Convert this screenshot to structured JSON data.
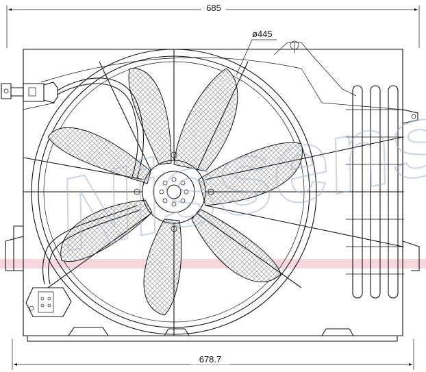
{
  "dimensions": {
    "overall_width": "685",
    "bottom_width": "678.7",
    "fan_diameter": "ø445"
  },
  "watermark": {
    "text": "Nissens",
    "color": "#9fb3c8"
  },
  "colors": {
    "line": "#111111",
    "stripe": "#f4c6cc",
    "mesh": "#555555"
  }
}
